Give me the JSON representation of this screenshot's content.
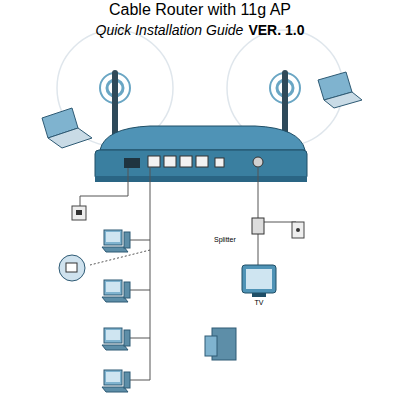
{
  "diagram": {
    "title": "Cable Router with 11g AP",
    "labels": [
      "Quick Installation Guide",
      "VER. 1.0",
      "Splitter",
      "TV"
    ]
  }
}
